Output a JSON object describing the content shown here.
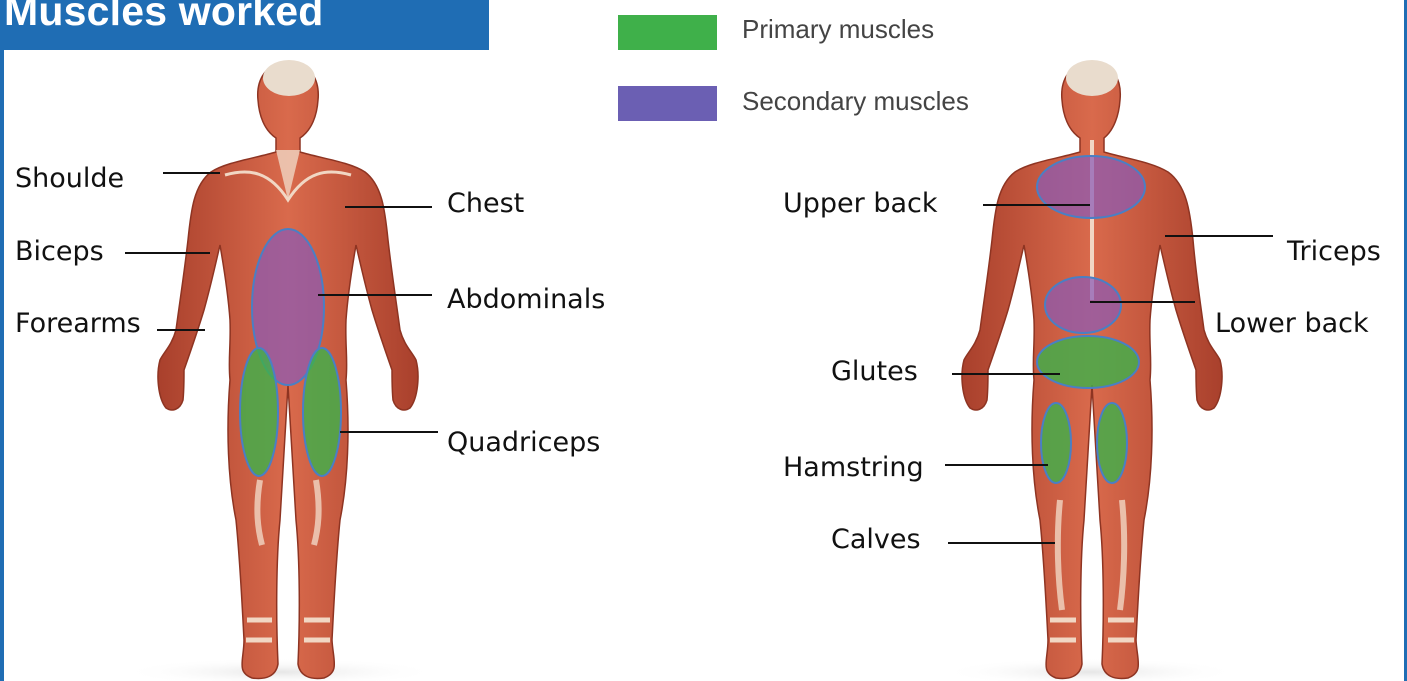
{
  "title": "Muscles worked",
  "legend": {
    "primary": {
      "label": "Primary muscles",
      "color": "#3fb04a"
    },
    "secondary": {
      "label": "Secondary muscles",
      "color": "#6b5fb3"
    }
  },
  "colors": {
    "frame": "#1f6db4",
    "skin": "#c8553a",
    "tendon": "#f1d7c4"
  },
  "front_labels": {
    "shoulder": "Shoulde",
    "biceps": "Biceps",
    "forearms": "Forearms",
    "chest": "Chest",
    "abdominals": "Abdominals",
    "quadriceps": "Quadriceps"
  },
  "back_labels": {
    "upper_back": "Upper back",
    "triceps": "Triceps",
    "lower_back": "Lower back",
    "glutes": "Glutes",
    "hamstring": "Hamstring",
    "calves": "Calves"
  }
}
